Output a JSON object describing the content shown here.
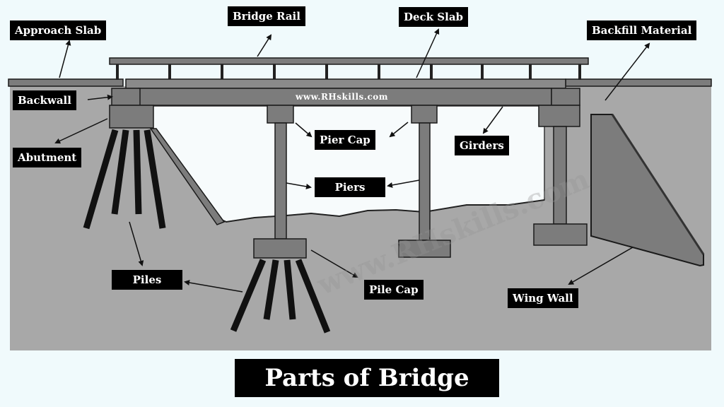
{
  "title": "Parts of Bridge",
  "watermark": "www.RHskills.com",
  "labels": {
    "approach_slab": "Approach Slab",
    "bridge_rail": "Bridge Rail",
    "deck_slab": "Deck Slab",
    "backfill_material": "Backfill Material",
    "backwall": "Backwall",
    "abutment": "Abutment",
    "pier_cap": "Pier Cap",
    "girders": "Girders",
    "piers": "Piers",
    "piles": "Piles",
    "pile_cap": "Pile Cap",
    "wing_wall": "Wing Wall"
  },
  "colors": {
    "background": "#f0fafc",
    "ground": "#a8a8a8",
    "structure": "#7c7c7c",
    "outline": "#1a1a1a",
    "label_bg": "#000000",
    "label_text": "#ffffff"
  }
}
